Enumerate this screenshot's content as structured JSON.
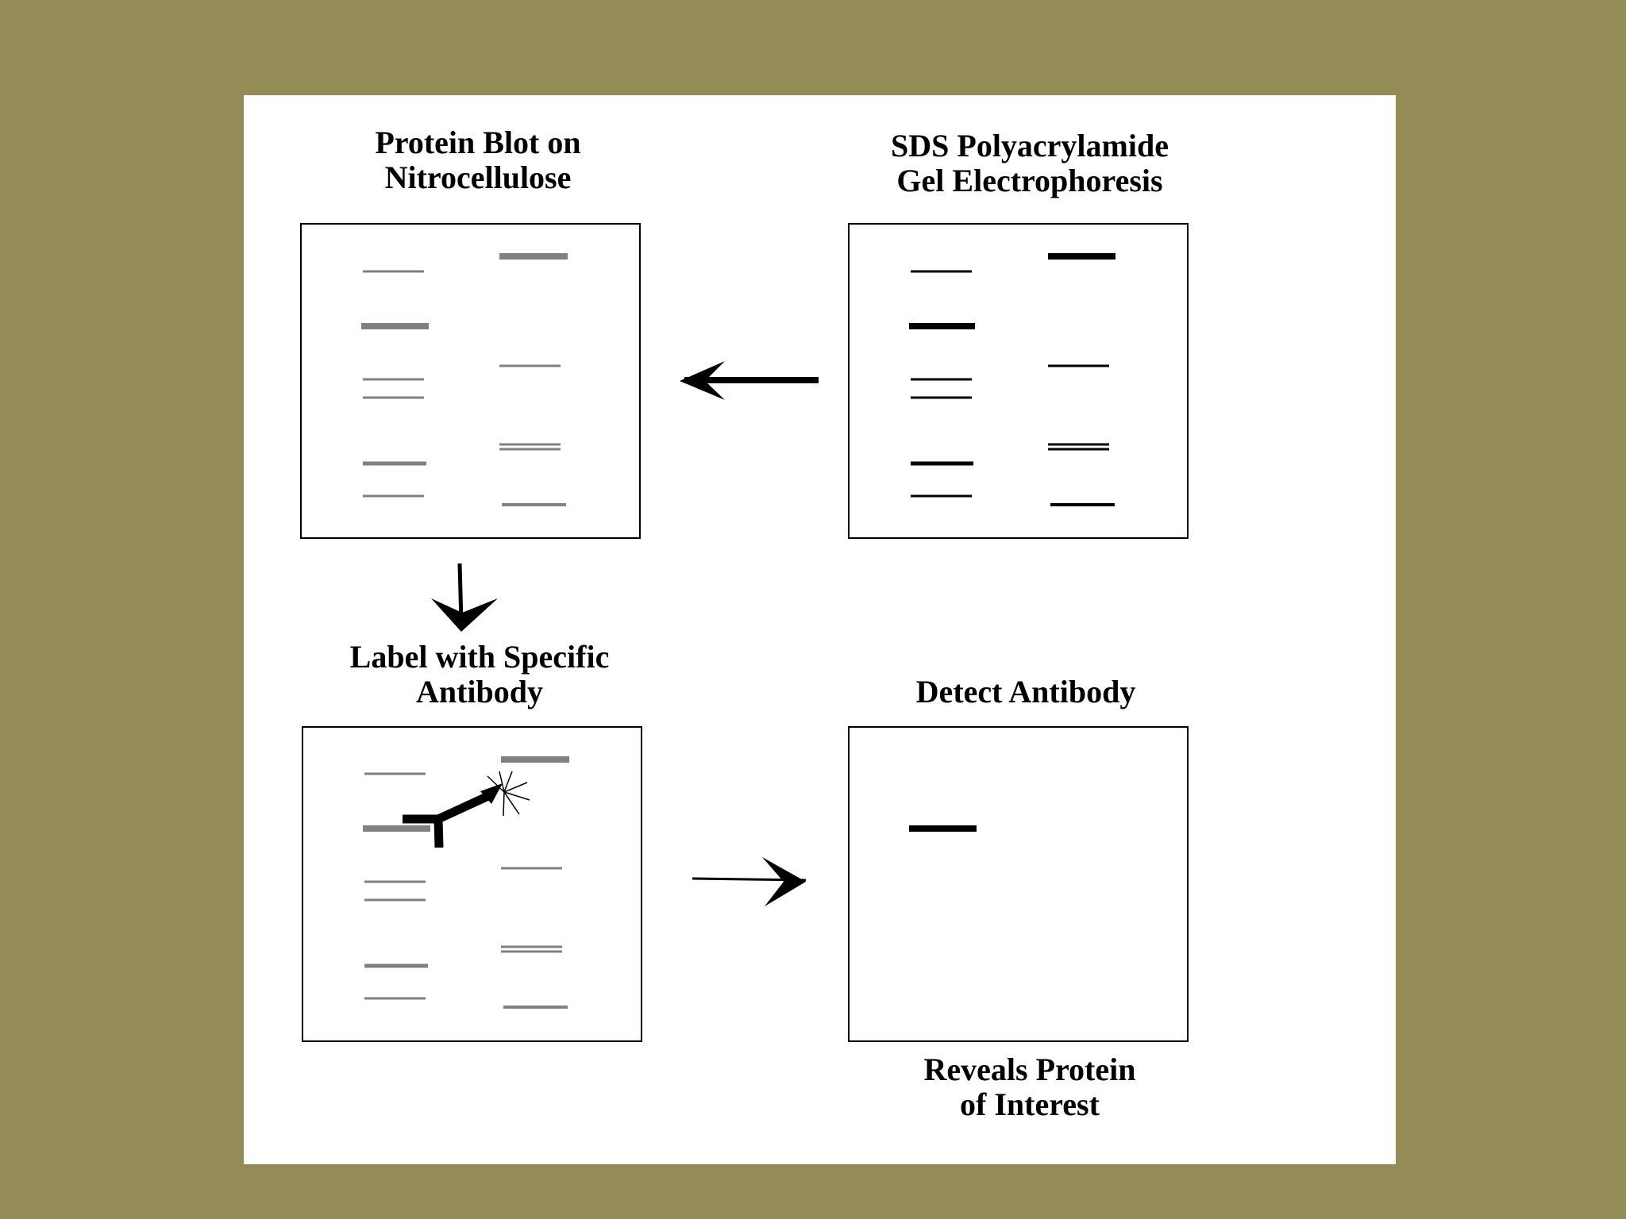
{
  "steps": {
    "sds_gel": {
      "line1": "SDS Polyacrylamide",
      "line2": "Gel Electrophoresis"
    },
    "protein_blot": {
      "line1": "Protein Blot on",
      "line2": "Nitrocellulose"
    },
    "label_antibody": {
      "line1": "Label with Specific",
      "line2": "Antibody"
    },
    "detect_antibody": {
      "line1": "Detect Antibody"
    },
    "reveals": {
      "line1": "Reveals Protein",
      "line2": "of Interest"
    }
  },
  "colors": {
    "background": "#948c56",
    "canvas": "#ffffff",
    "gel_band": "#000000",
    "blot_band": "#808080",
    "antibody": "#000000"
  },
  "icons": {
    "antibody": "y-shaped-antibody-icon",
    "signal": "starburst-signal-icon",
    "flow": "arrow-icon"
  }
}
